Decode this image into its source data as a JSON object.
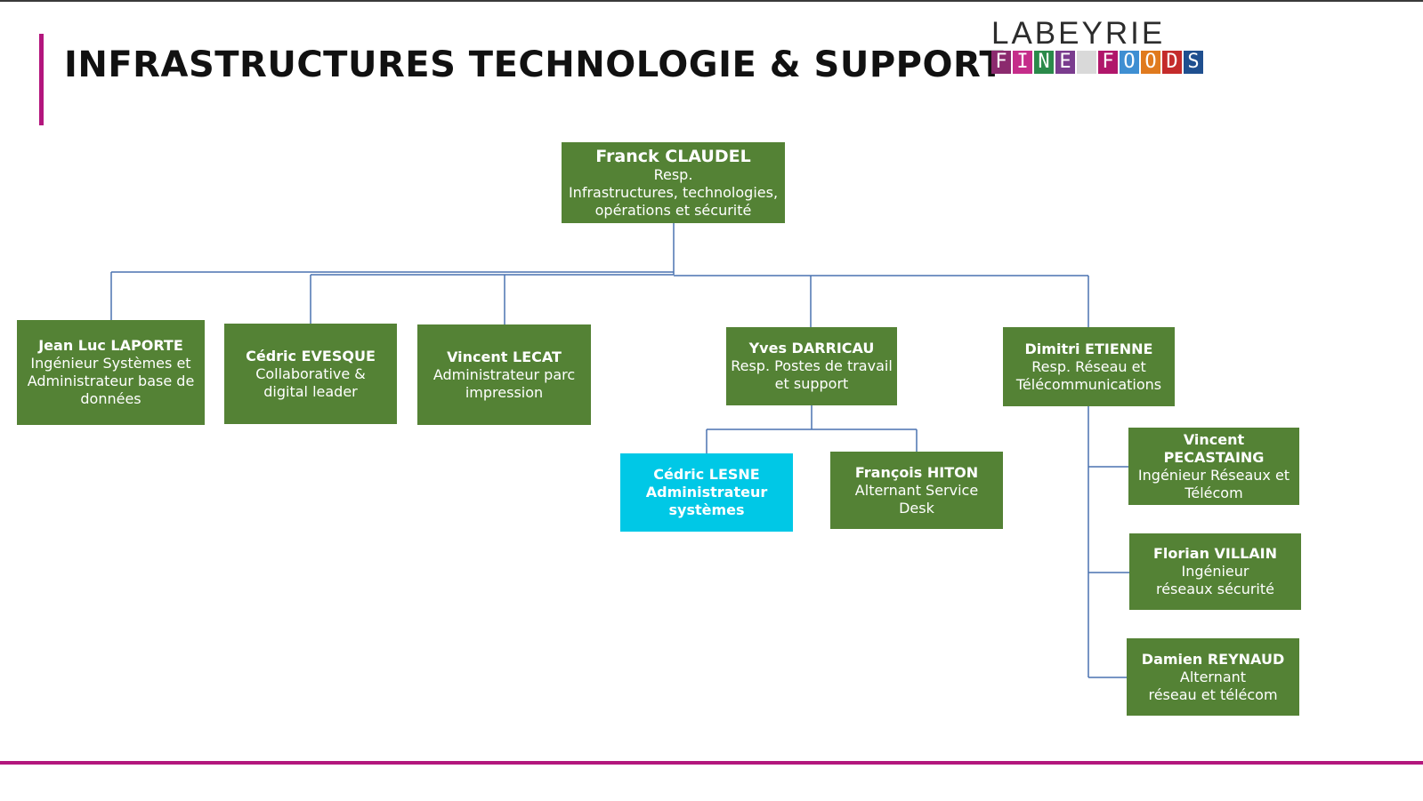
{
  "title": "INFRASTRUCTURES TECHNOLOGIE & SUPPORT",
  "logo": {
    "word": "LABEYRIE",
    "tagline_letters": [
      "F",
      "I",
      "N",
      "E",
      "",
      "F",
      "O",
      "O",
      "D",
      "S"
    ],
    "tagline_colors": [
      "#8b2a6e",
      "#c52d8a",
      "#2a8a4a",
      "#7a3c8e",
      "#d9d9d9",
      "#b0166a",
      "#3f8fd2",
      "#e07a1e",
      "#c42b2b",
      "#1f4f8f"
    ]
  },
  "colors": {
    "accent": "#b3167d",
    "node_green": "#548235",
    "node_highlight": "#00c8e6",
    "connector": "#4a72b0"
  },
  "nodes": {
    "claudel": {
      "name": "Franck CLAUDEL",
      "lines": [
        "Resp.",
        "Infrastructures, technologies,",
        "opérations et sécurité"
      ]
    },
    "laporte": {
      "name": "Jean Luc LAPORTE",
      "lines": [
        "Ingénieur Systèmes et",
        "Administrateur base de",
        "données"
      ]
    },
    "evesque": {
      "name": "Cédric EVESQUE",
      "lines": [
        "Collaborative &",
        "digital leader"
      ]
    },
    "lecat": {
      "name": "Vincent LECAT",
      "lines": [
        "Administrateur parc",
        "impression"
      ]
    },
    "darricau": {
      "name": "Yves DARRICAU",
      "lines": [
        "Resp. Postes de travail",
        "et support"
      ]
    },
    "etienne": {
      "name": "Dimitri ETIENNE",
      "lines": [
        "Resp. Réseau et",
        "Télécommunications"
      ]
    },
    "lesne": {
      "name": "Cédric LESNE",
      "lines": [
        "Administrateur",
        "systèmes"
      ]
    },
    "hiton": {
      "name": "François HITON",
      "lines": [
        "Alternant Service",
        "Desk"
      ]
    },
    "pecastaing": {
      "name": "Vincent PECASTAING",
      "lines": [
        "Ingénieur Réseaux et",
        "Télécom"
      ]
    },
    "villain": {
      "name": "Florian VILLAIN",
      "lines": [
        "Ingénieur",
        "réseaux sécurité"
      ]
    },
    "reynaud": {
      "name": "Damien REYNAUD",
      "lines": [
        "Alternant",
        "réseau et télécom"
      ]
    }
  }
}
